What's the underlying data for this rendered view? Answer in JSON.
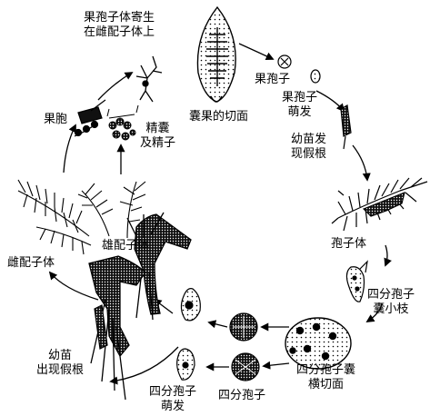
{
  "labels": {
    "carposporophyte_on_female_l1": "果孢子体寄生",
    "carposporophyte_on_female_l2": "在雌配子体上",
    "cystocarp_section": "囊果的切面",
    "carpospore": "果孢子",
    "carpospore_germ_l1": "果孢子",
    "carpospore_germ_l2": "萌发",
    "seedling_rhizoid_l1": "幼苗发",
    "seedling_rhizoid_l2": "现假根",
    "sporophyte": "孢子体",
    "tetrasporangium_branch_l1": "四分孢子",
    "tetrasporangium_branch_l2": "囊小枝",
    "tetrasporangium_section_l1": "四分孢子囊",
    "tetrasporangium_section_l2": "横切面",
    "tetraspore": "四分孢子",
    "tetraspore_germ_l1": "四分孢子",
    "tetraspore_germ_l2": "萌发",
    "seedling_rhizoid2_l1": "幼苗",
    "seedling_rhizoid2_l2": "出现假根",
    "female_gametophyte": "雌配子体",
    "male_gametophyte": "雄配子体",
    "carpogonium": "果胞",
    "spermatangium_l1": "精囊",
    "spermatangium_l2": "及精子"
  }
}
